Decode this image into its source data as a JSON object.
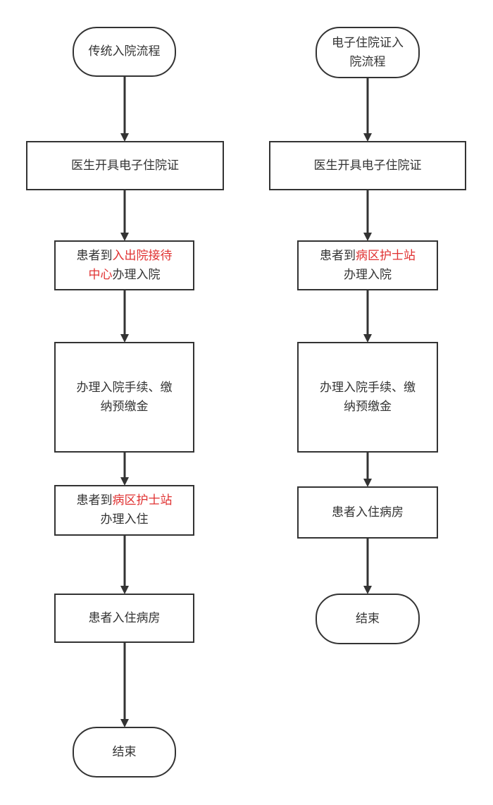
{
  "colors": {
    "stroke": "#333333",
    "text": "#333333",
    "highlight": "#e03131",
    "background": "#ffffff"
  },
  "traditional": {
    "start": "传统入院流程",
    "step1": "医生开具电子住院证",
    "step2": {
      "prefix": "患者到",
      "highlight_line1": "入出院接待",
      "highlight_line2": "中心",
      "suffix": "办理入院"
    },
    "step3": {
      "line1": "办理入院手续、缴",
      "line2": "纳预缴金"
    },
    "step4": {
      "prefix": "患者到",
      "highlight": "病区护士站",
      "line2": "办理入住"
    },
    "step5": "患者入住病房",
    "end": "结束"
  },
  "electronic": {
    "start": {
      "line1": "电子住院证入",
      "line2": "院流程"
    },
    "step1": "医生开具电子住院证",
    "step2": {
      "prefix": "患者到",
      "highlight": "病区护士站",
      "line2": "办理入院"
    },
    "step3": {
      "line1": "办理入院手续、缴",
      "line2": "纳预缴金"
    },
    "step4": "患者入住病房",
    "end": "结束"
  }
}
